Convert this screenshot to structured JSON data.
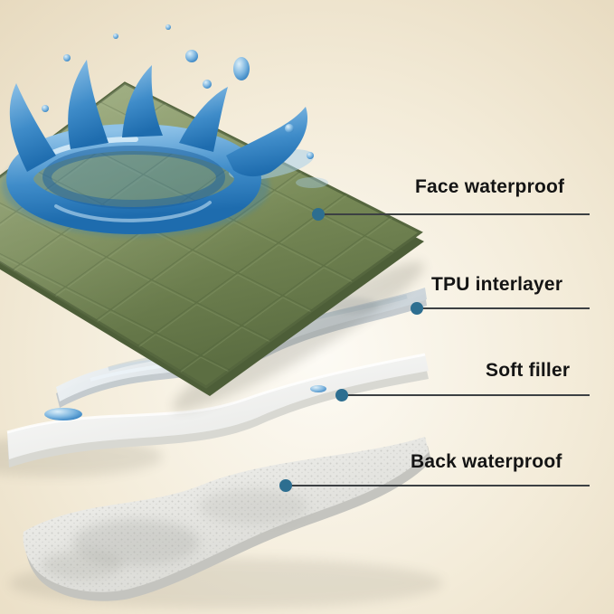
{
  "figure": {
    "description": "Exploded-layer diagram of a waterproof quilted pad with a water splash on top"
  },
  "callouts": [
    {
      "text": "Face waterproof"
    },
    {
      "text": "TPU interlayer"
    },
    {
      "text": "Soft filler"
    },
    {
      "text": "Back waterproof"
    }
  ],
  "colors": {
    "background_center": "#fdfbf5",
    "background_edge": "#e9ddc3",
    "fabric_green": "#798b58",
    "fabric_green_dark": "#4f6139",
    "splash_blue": "#1e6cae",
    "splash_blue_light": "#8ec2e8",
    "sheet_white": "#f7f8f8",
    "sheet_shadow": "#c9ccce",
    "leader_line": "#3c4043",
    "pointer_dot": "#2d6e90",
    "label_text": "#141414"
  }
}
